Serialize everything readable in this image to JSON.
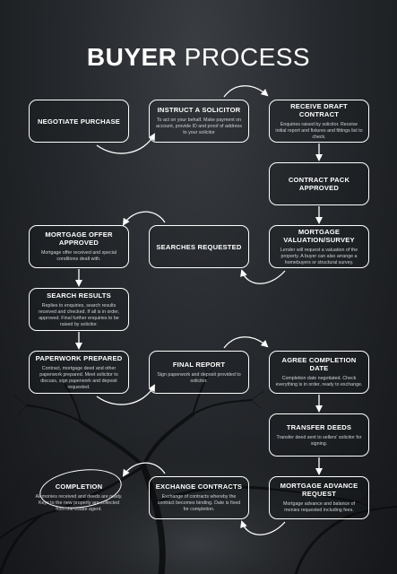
{
  "title": {
    "bold": "BUYER",
    "light": "PROCESS"
  },
  "steps": {
    "negotiate": {
      "title": "NEGOTIATE PURCHASE",
      "desc": ""
    },
    "instruct": {
      "title": "INSTRUCT A SOLICITOR",
      "desc": "To act on your behalf. Make payment on account, provide ID and proof of address to your solicitor"
    },
    "draft": {
      "title": "RECEIVE DRAFT CONTRACT",
      "desc": "Enquiries raised by solicitor. Receive initial report and fixtures and fittings list to check."
    },
    "contract_pack": {
      "title": "CONTRACT PACK APPROVED",
      "desc": ""
    },
    "valuation": {
      "title": "MORTGAGE VALUATION/SURVEY",
      "desc": "Lender will request a valuation of the property. A buyer can also arrange a homebuyers or structural survey."
    },
    "searches": {
      "title": "SEARCHES REQUESTED",
      "desc": ""
    },
    "mortgage_offer": {
      "title": "MORTGAGE OFFER APPROVED",
      "desc": "Mortgage offer received and special conditions dealt with."
    },
    "search_results": {
      "title": "SEARCH RESULTS",
      "desc": "Replies to enquiries, search results received and checked. If all is in order, approved. Final further enquiries to be raised by solicitor."
    },
    "paperwork": {
      "title": "PAPERWORK PREPARED",
      "desc": "Contract, mortgage deed and other paperwork prepared. Meet solicitor to discuss, sign paperwork and deposit requested."
    },
    "final_report": {
      "title": "FINAL REPORT",
      "desc": "Sign paperwork and deposit provided to solicitor."
    },
    "agree_completion": {
      "title": "AGREE COMPLETION DATE",
      "desc": "Completion date negotiated. Check everything is in order, ready to exchange."
    },
    "transfer": {
      "title": "TRANSFER DEEDS",
      "desc": "Transfer deed sent to sellers' solicitor for signing."
    },
    "mortgage_advance": {
      "title": "MORTGAGE ADVANCE REQUEST",
      "desc": "Mortgage advance and balance of monies requested including fees."
    },
    "exchange": {
      "title": "EXCHANGE CONTRACTS",
      "desc": "Exchange of contracts whereby the contract becomes binding. Date is fixed for completion."
    },
    "completion": {
      "title": "COMPLETION",
      "desc": "All monies received and deeds are ready. Keys to the new property are collected from the estate agent."
    }
  },
  "colors": {
    "line": "#ffffff",
    "desc_text": "#cfd2d6",
    "background": "#26292d"
  }
}
